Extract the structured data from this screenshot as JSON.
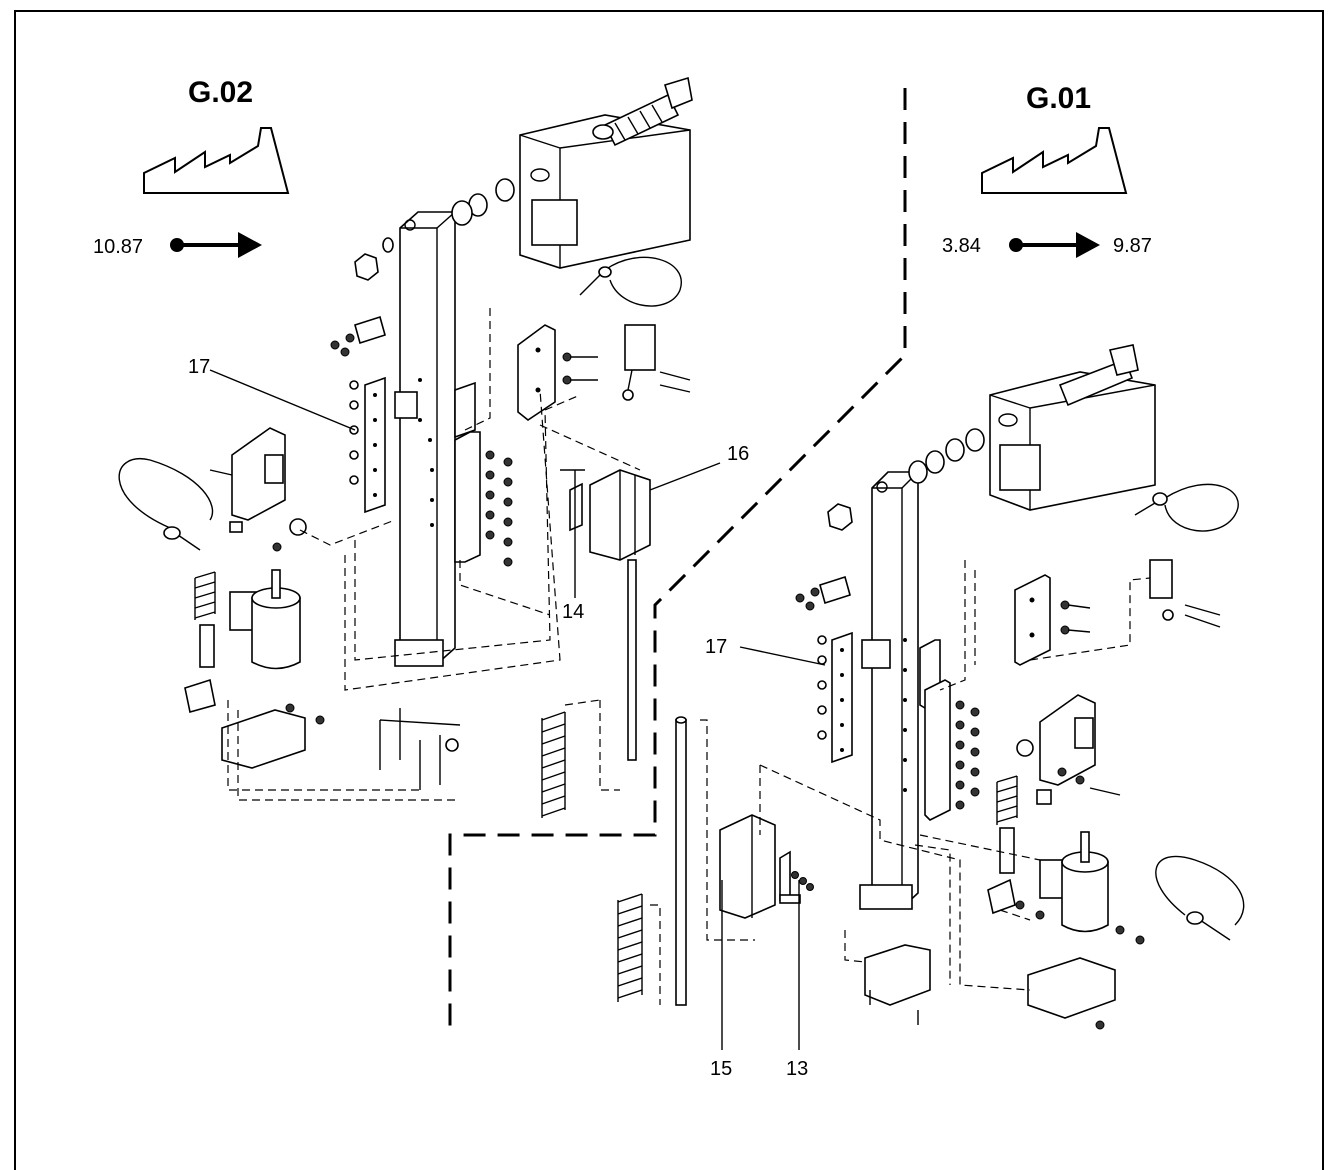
{
  "left_panel": {
    "variant": "G.02",
    "icon": "factory-icon",
    "range_start": "10.87",
    "range_end": "",
    "arrow_icon": "arrow-right-icon"
  },
  "right_panel": {
    "variant": "G.01",
    "icon": "factory-icon",
    "range_start": "3.84",
    "range_end": "9.87",
    "arrow_icon": "arrow-right-icon"
  },
  "callouts": {
    "left_17": "17",
    "left_16": "16",
    "left_14": "14",
    "right_17": "17",
    "right_15": "15",
    "right_13": "13"
  },
  "colors": {
    "line": "#000000",
    "background": "#ffffff"
  }
}
